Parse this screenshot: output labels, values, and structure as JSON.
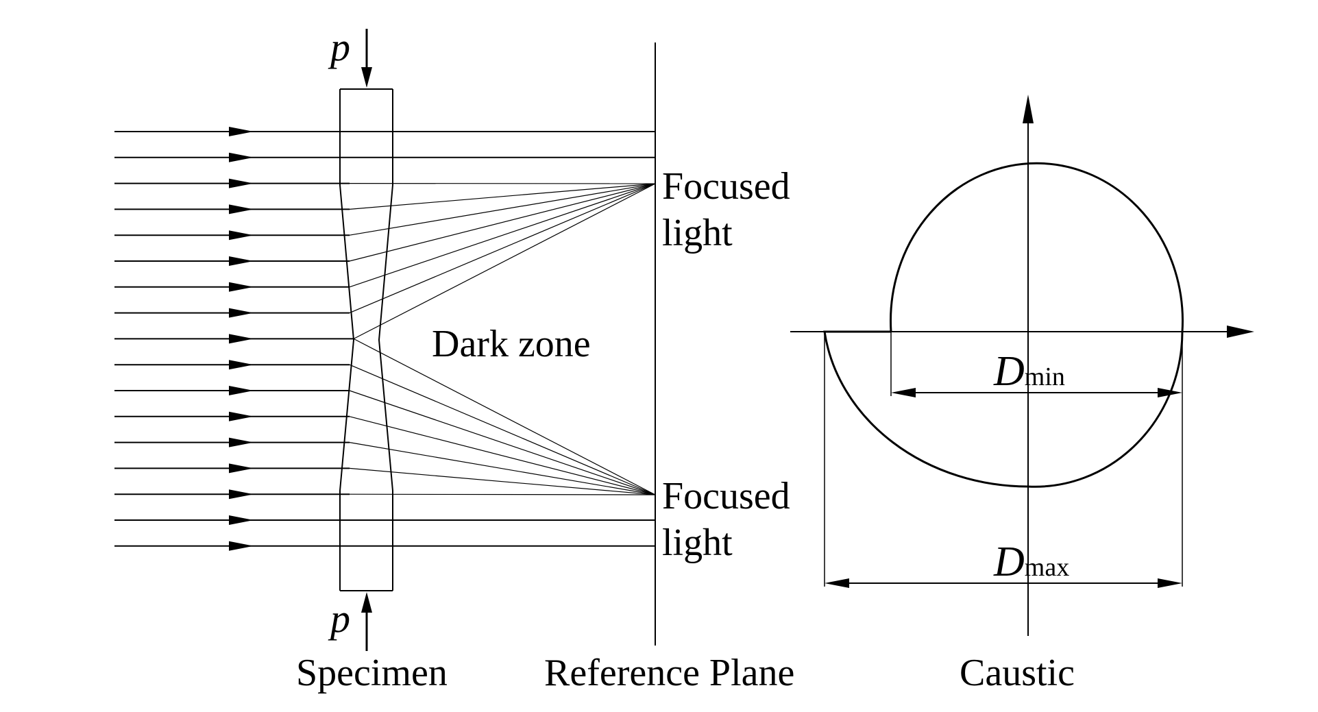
{
  "labels": {
    "load_symbol": "p",
    "focused_light_line1": "Focused",
    "focused_light_line2": "light",
    "dark_zone": "Dark zone",
    "dmin_main": "D",
    "dmin_sub": "min",
    "dmax_main": "D",
    "dmax_sub": "max",
    "specimen": "Specimen",
    "reference_plane": "Reference Plane",
    "caustic": "Caustic"
  },
  "colors": {
    "stroke": "#000000",
    "background": "#ffffff"
  },
  "rays": {
    "count": 17
  }
}
